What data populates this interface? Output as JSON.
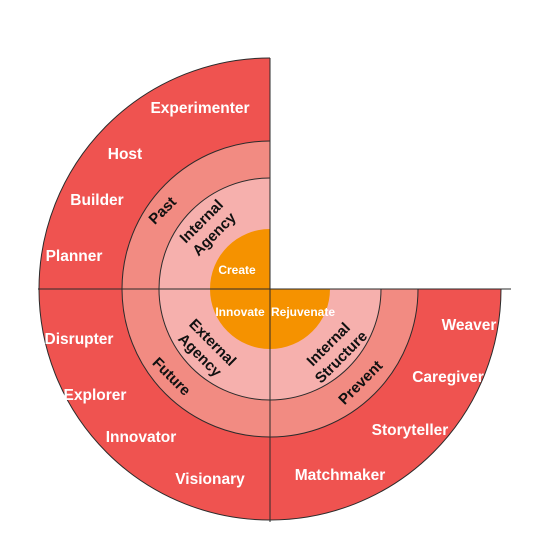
{
  "colors": {
    "outer_ring": "#ef5350",
    "middle_ring": "#f28b82",
    "inner_ring": "#f6b0ad",
    "core": "#f59200",
    "divider": "#2b2b2b",
    "outer_text": "#ffffff",
    "ring_text": "#111111",
    "core_text": "#ffffff"
  },
  "quadrants": {
    "top_left": {
      "outer_labels": [
        "Experimenter",
        "Host",
        "Builder",
        "Planner"
      ],
      "middle_label": "Past",
      "inner_label_line1": "Internal",
      "inner_label_line2": "Agency",
      "core_label": "Create"
    },
    "bottom_left": {
      "outer_labels": [
        "Disrupter",
        "Explorer",
        "Innovator",
        "Visionary"
      ],
      "middle_label": "Future",
      "inner_label_line1": "External",
      "inner_label_line2": "Agency",
      "core_label": "Innovate"
    },
    "bottom_right": {
      "outer_labels": [
        "Weaver",
        "Caregiver",
        "Storyteller",
        "Matchmaker"
      ],
      "middle_label": "Prevent",
      "inner_label_line1": "Internal",
      "inner_label_line2": "Structure",
      "core_label": "Rejuvenate"
    }
  }
}
